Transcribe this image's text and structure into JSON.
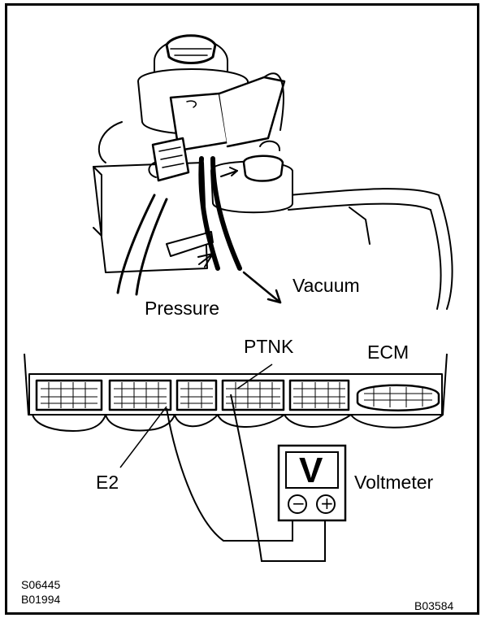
{
  "labels": {
    "vacuum": "Vacuum",
    "pressure": "Pressure",
    "ptnk": "PTNK",
    "ecm": "ECM",
    "e2": "E2",
    "voltmeter": "Voltmeter"
  },
  "voltmeter_face": {
    "unit_symbol": "V",
    "minus_symbol": "−",
    "plus_symbol": "+"
  },
  "figure_codes": {
    "code_1": "S06445",
    "code_2": "B01994",
    "code_3": "B03584"
  },
  "icons": {
    "sensor": "vapor-pressure-sensor-illustration",
    "connector": "ecm-connector-illustration",
    "meter": "voltmeter-icon"
  }
}
